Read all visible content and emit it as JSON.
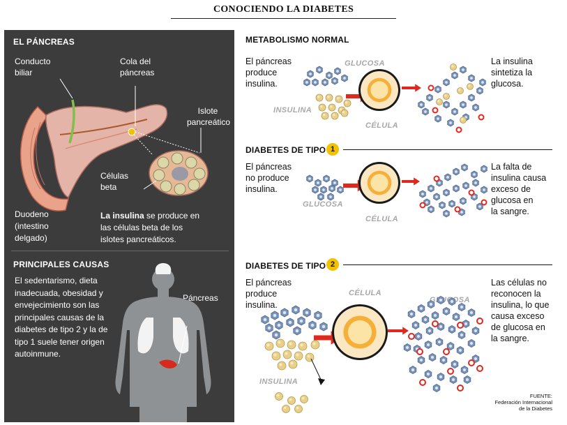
{
  "title": "CONOCIENDO LA DIABETES",
  "left": {
    "pancreas_heading": "EL PÁNCREAS",
    "labels": {
      "conducto": [
        "Conducto",
        "biliar"
      ],
      "cola": [
        "Cola del",
        "páncreas"
      ],
      "islote": [
        "Islote",
        "pancreático"
      ],
      "celulas": [
        "Células",
        "beta"
      ],
      "duodeno": [
        "Duodeno",
        "(intestino",
        "delgado)"
      ],
      "pancreas_body": "Páncreas"
    },
    "insulin_note": {
      "bold": "La insulina",
      "rest1": " se produce en",
      "line2": "las células beta de los",
      "line3": "islotes pancreáticos."
    },
    "causes_heading": "PRINCIPALES CAUSAS",
    "causes_lines": [
      "El sedentarismo, dieta",
      "inadecuada, obesidad y",
      "envejecimiento son las",
      "principales causas de la",
      "diabetes de tipo 2 y la de",
      "tipo 1 suele tener origen",
      "autoinmune."
    ]
  },
  "normal": {
    "heading": "METABOLISMO NORMAL",
    "left_text": [
      "El páncreas",
      "produce",
      "insulina."
    ],
    "right_text": [
      "La insulina",
      "sintetiza la",
      "glucosa."
    ],
    "glucosa": "GLUCOSA",
    "insulina": "INSULINA",
    "celula": "CÉLULA"
  },
  "type1": {
    "heading": "DIABETES DE TIPO",
    "number": "1",
    "left_text": [
      "El páncreas",
      "no produce",
      "insulina."
    ],
    "right_text": [
      "La falta de",
      "insulina causa",
      "exceso de",
      "glucosa en",
      "la sangre."
    ],
    "glucosa": "GLUCOSA",
    "celula": "CÉLULA"
  },
  "type2": {
    "heading": "DIABETES DE TIPO",
    "number": "2",
    "left_text": [
      "El páncreas",
      "produce",
      "insulina."
    ],
    "right_text": [
      "Las células no",
      "reconocen la",
      "insulina, lo que",
      "causa exceso",
      "de glucosa en",
      "la sangre."
    ],
    "celula": "CÉLULA",
    "glucosa": "GLUCOSA",
    "insulina": "INSULINA"
  },
  "source": [
    "FUENTE:",
    "Federación Internacional",
    "de la Diabetes"
  ],
  "colors": {
    "panel": "#3c3c3c",
    "glucose": "#7a93b8",
    "insulin": "#e8cf8a",
    "arrow": "#e0281e",
    "badge": "#f2c200",
    "cell_core": "#f6b03a"
  }
}
